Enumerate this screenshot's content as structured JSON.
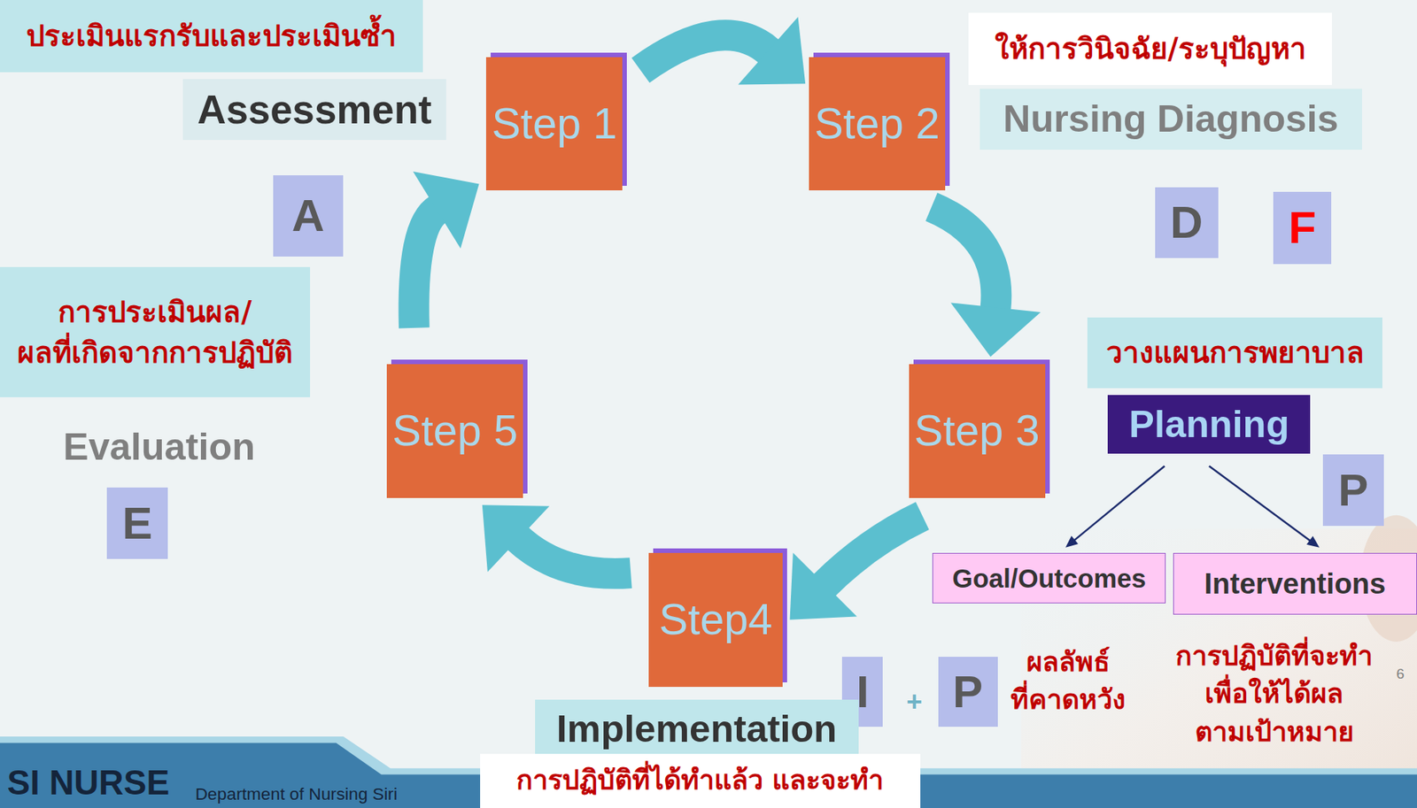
{
  "diagram": {
    "nodes": [
      {
        "text": [
          "ประเมินแรกรับและประเมินซ้ำ"
        ]
      },
      {
        "text": [
          "Step 1"
        ]
      },
      {
        "text": [
          "Step 2"
        ]
      },
      {
        "text": [
          "ให้การวินิจฉัย/ระบุปัญหา"
        ]
      },
      {
        "text": [
          "Assessment"
        ]
      },
      {
        "text": [
          "Nursing Diagnosis"
        ]
      },
      {
        "text": [
          "A"
        ]
      },
      {
        "text": [
          "D"
        ]
      },
      {
        "text": [
          "F"
        ]
      },
      {
        "text": [
          "การประเมินผล/ ผลที่เกิดจากการปฏิบัติ"
        ]
      },
      {
        "text": [
          "วางแผนการพยาบาล"
        ]
      },
      {
        "text": [
          "Step 5"
        ]
      },
      {
        "text": [
          "Step 3"
        ]
      },
      {
        "text": [
          "Planning"
        ]
      },
      {
        "text": [
          "P"
        ]
      },
      {
        "text": [
          "E"
        ]
      },
      {
        "text": [
          "Goal/Outcomes"
        ]
      },
      {
        "text": [
          "Interventions"
        ]
      },
      {
        "text": [
          "Step4"
        ]
      },
      {
        "text": [
          "I"
        ]
      },
      {
        "text": [
          "P"
        ]
      },
      {
        "text": [
          "Implementation"
        ]
      },
      {
        "text": [
          "การปฏิบัติที่ได้ทำแล้ว และจะทำ"
        ]
      }
    ],
    "edges": [
      {
        "from": 1,
        "to": 2,
        "arrow": "to"
      },
      {
        "from": 2,
        "to": 12,
        "arrow": "to"
      },
      {
        "from": 12,
        "to": 18,
        "arrow": "to"
      },
      {
        "from": 18,
        "to": 11,
        "arrow": "to"
      },
      {
        "from": 11,
        "to": 1,
        "arrow": "to"
      },
      {
        "from": 13,
        "to": 16,
        "arrow": "to"
      },
      {
        "from": 13,
        "to": 17,
        "arrow": "to"
      }
    ],
    "labels": [
      "Evaluation",
      "+",
      "ผลลัพธ์ ที่คาดหวัง",
      "การปฏิบัติที่จะทำ เพื่อให้ได้ผล ตามเป้าหมาย",
      "6",
      "SI NURSE",
      "Department of Nursing Siri"
    ]
  }
}
